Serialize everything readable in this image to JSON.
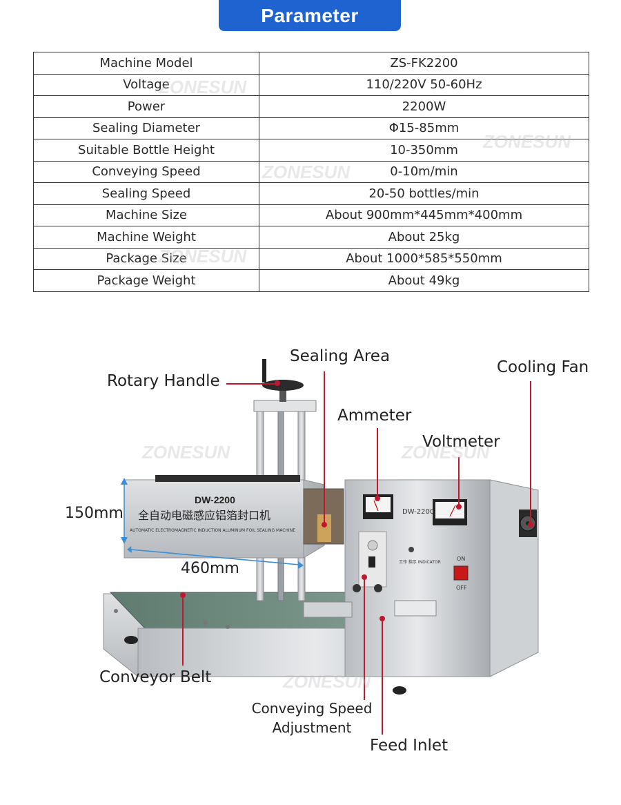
{
  "header": {
    "title": "Parameter"
  },
  "params": [
    {
      "key": "Machine Model",
      "value": "ZS-FK2200"
    },
    {
      "key": "Voltage",
      "value": "110/220V 50-60Hz"
    },
    {
      "key": "Power",
      "value": "2200W"
    },
    {
      "key": "Sealing Diameter",
      "value": "Φ15-85mm"
    },
    {
      "key": "Suitable Bottle Height",
      "value": "10-350mm"
    },
    {
      "key": "Conveying Speed",
      "value": "0-10m/min"
    },
    {
      "key": "Sealing Speed",
      "value": "20-50 bottles/min"
    },
    {
      "key": "Machine Size",
      "value": "About 900mm*445mm*400mm"
    },
    {
      "key": "Machine Weight",
      "value": "About 25kg"
    },
    {
      "key": "Package Size",
      "value": "About 1000*585*550mm"
    },
    {
      "key": "Package Weight",
      "value": "About 49kg"
    }
  ],
  "watermark": "ZONESUN",
  "diagram": {
    "sealing_area": "Sealing Area",
    "cooling_fan": "Cooling Fan",
    "rotary_handle": "Rotary Handle",
    "ammeter": "Ammeter",
    "voltmeter": "Voltmeter",
    "height_dim": "150mm",
    "width_dim": "460mm",
    "conveyor_belt": "Conveyor Belt",
    "conveying_speed_adjustment_l1": "Conveying Speed",
    "conveying_speed_adjustment_l2": "Adjustment",
    "feed_inlet": "Feed Inlet"
  },
  "machine": {
    "model_plate": "DW-2200",
    "chinese_title": "全自动电磁感应铝箔封口机",
    "english_title": "AUTOMATIC ELECTROMAGNETIC INDUCTION ALUMINUM FOIL SEALING MACHINE",
    "panel_model": "DW-2200",
    "indicator_label": "工作 指示 INDICATOR",
    "on_label": "ON",
    "off_label": "OFF"
  },
  "colors": {
    "accent": "#1f63d0",
    "callout": "#c0182f",
    "dimension": "#3b8fd6"
  }
}
